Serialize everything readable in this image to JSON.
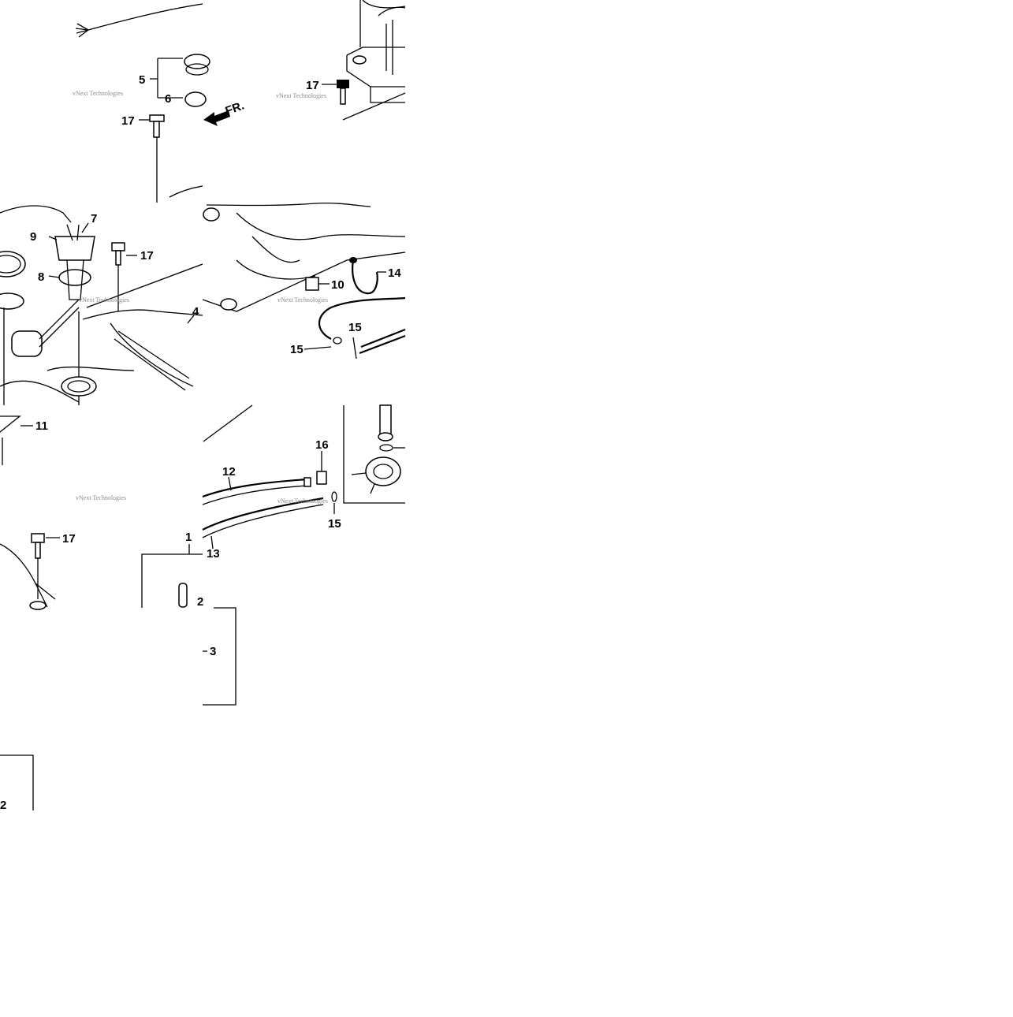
{
  "callouts": {
    "c1": "1",
    "c2a": "2",
    "c2b": "2",
    "c3": "3",
    "c4": "4",
    "c5": "5",
    "c6": "6",
    "c7": "7",
    "c8": "8",
    "c9": "9",
    "c10": "10",
    "c11": "11",
    "c12": "12",
    "c13": "13",
    "c14": "14",
    "c15a": "15",
    "c15b": "15",
    "c15c": "15",
    "c16": "16",
    "c17a": "17",
    "c17b": "17",
    "c17c": "17",
    "c17d": "17"
  },
  "direction_label": "FR.",
  "watermarks": {
    "w1": "vNext Technologies",
    "w2": "vNext Technologies",
    "w3": "vNext Technologies",
    "w4": "vNext Technologies",
    "w5": "vNext Technologies",
    "w6": "vNext Technologies"
  }
}
